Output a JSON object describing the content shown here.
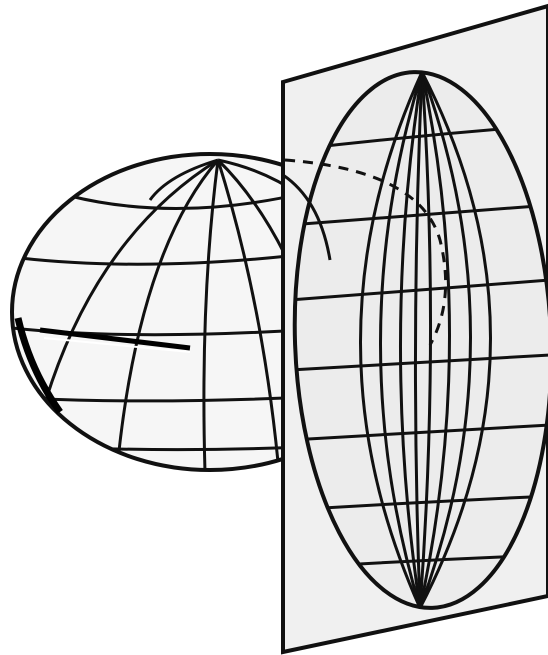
{
  "colors": {
    "background": "#ffffff",
    "line": "#111111",
    "globe_fill": "#f6f6f6",
    "plane_fill": "#f0f0f0",
    "projection_fill": "#ececec"
  },
  "icons": [
    "globe-graticule",
    "projection-plane",
    "ellipse-graticule"
  ]
}
